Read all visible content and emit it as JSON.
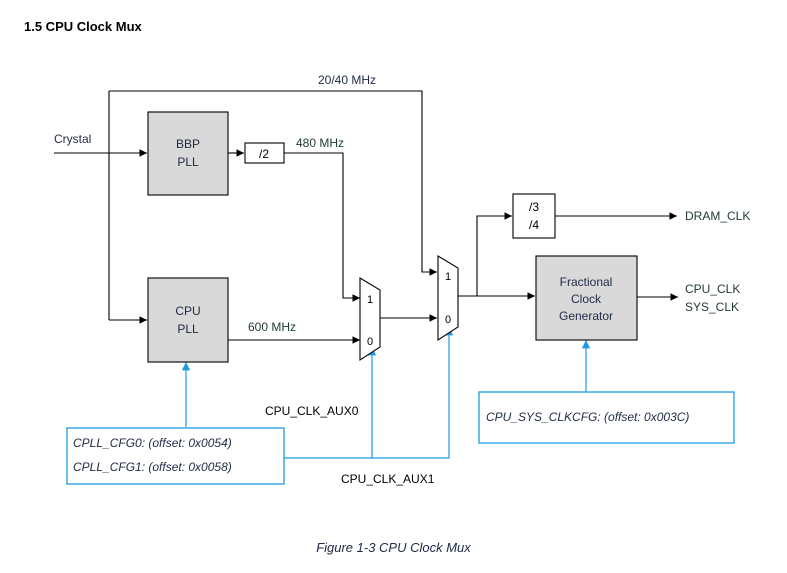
{
  "section_heading": "1.5 CPU Clock Mux",
  "caption": "Figure 1-3 CPU Clock Mux",
  "colors": {
    "block_fill": "#d9d9d9",
    "line": "#000000",
    "config_border": "#1e9be0",
    "config_text": "#1f2a44",
    "label_text": "#1f3a2a"
  },
  "diagram": {
    "input_crystal": "Crystal",
    "freq_top": "20/40 MHz",
    "freq_480": "480 MHz",
    "freq_600": "600 MHz",
    "bbp_pll": {
      "line1": "BBP",
      "line2": "PLL"
    },
    "cpu_pll": {
      "line1": "CPU",
      "line2": "PLL"
    },
    "divider_2": "/2",
    "divider_3": "/3",
    "divider_4": "/4",
    "mux1": {
      "in1": "1",
      "in0": "0"
    },
    "mux2": {
      "in1": "1",
      "in0": "0"
    },
    "frac_gen": {
      "line1": "Fractional",
      "line2": "Clock",
      "line3": "Generator"
    },
    "out_dram": "DRAM_CLK",
    "out_cpu": "CPU_CLK",
    "out_sys": "SYS_CLK",
    "aux0": "CPU_CLK_AUX0",
    "aux1": "CPU_CLK_AUX1",
    "cfg_cpll0": "CPLL_CFG0: (offset: 0x0054)",
    "cfg_cpll1": "CPLL_CFG1: (offset: 0x0058)",
    "cfg_sys": "CPU_SYS_CLKCFG:  (offset: 0x003C)"
  }
}
